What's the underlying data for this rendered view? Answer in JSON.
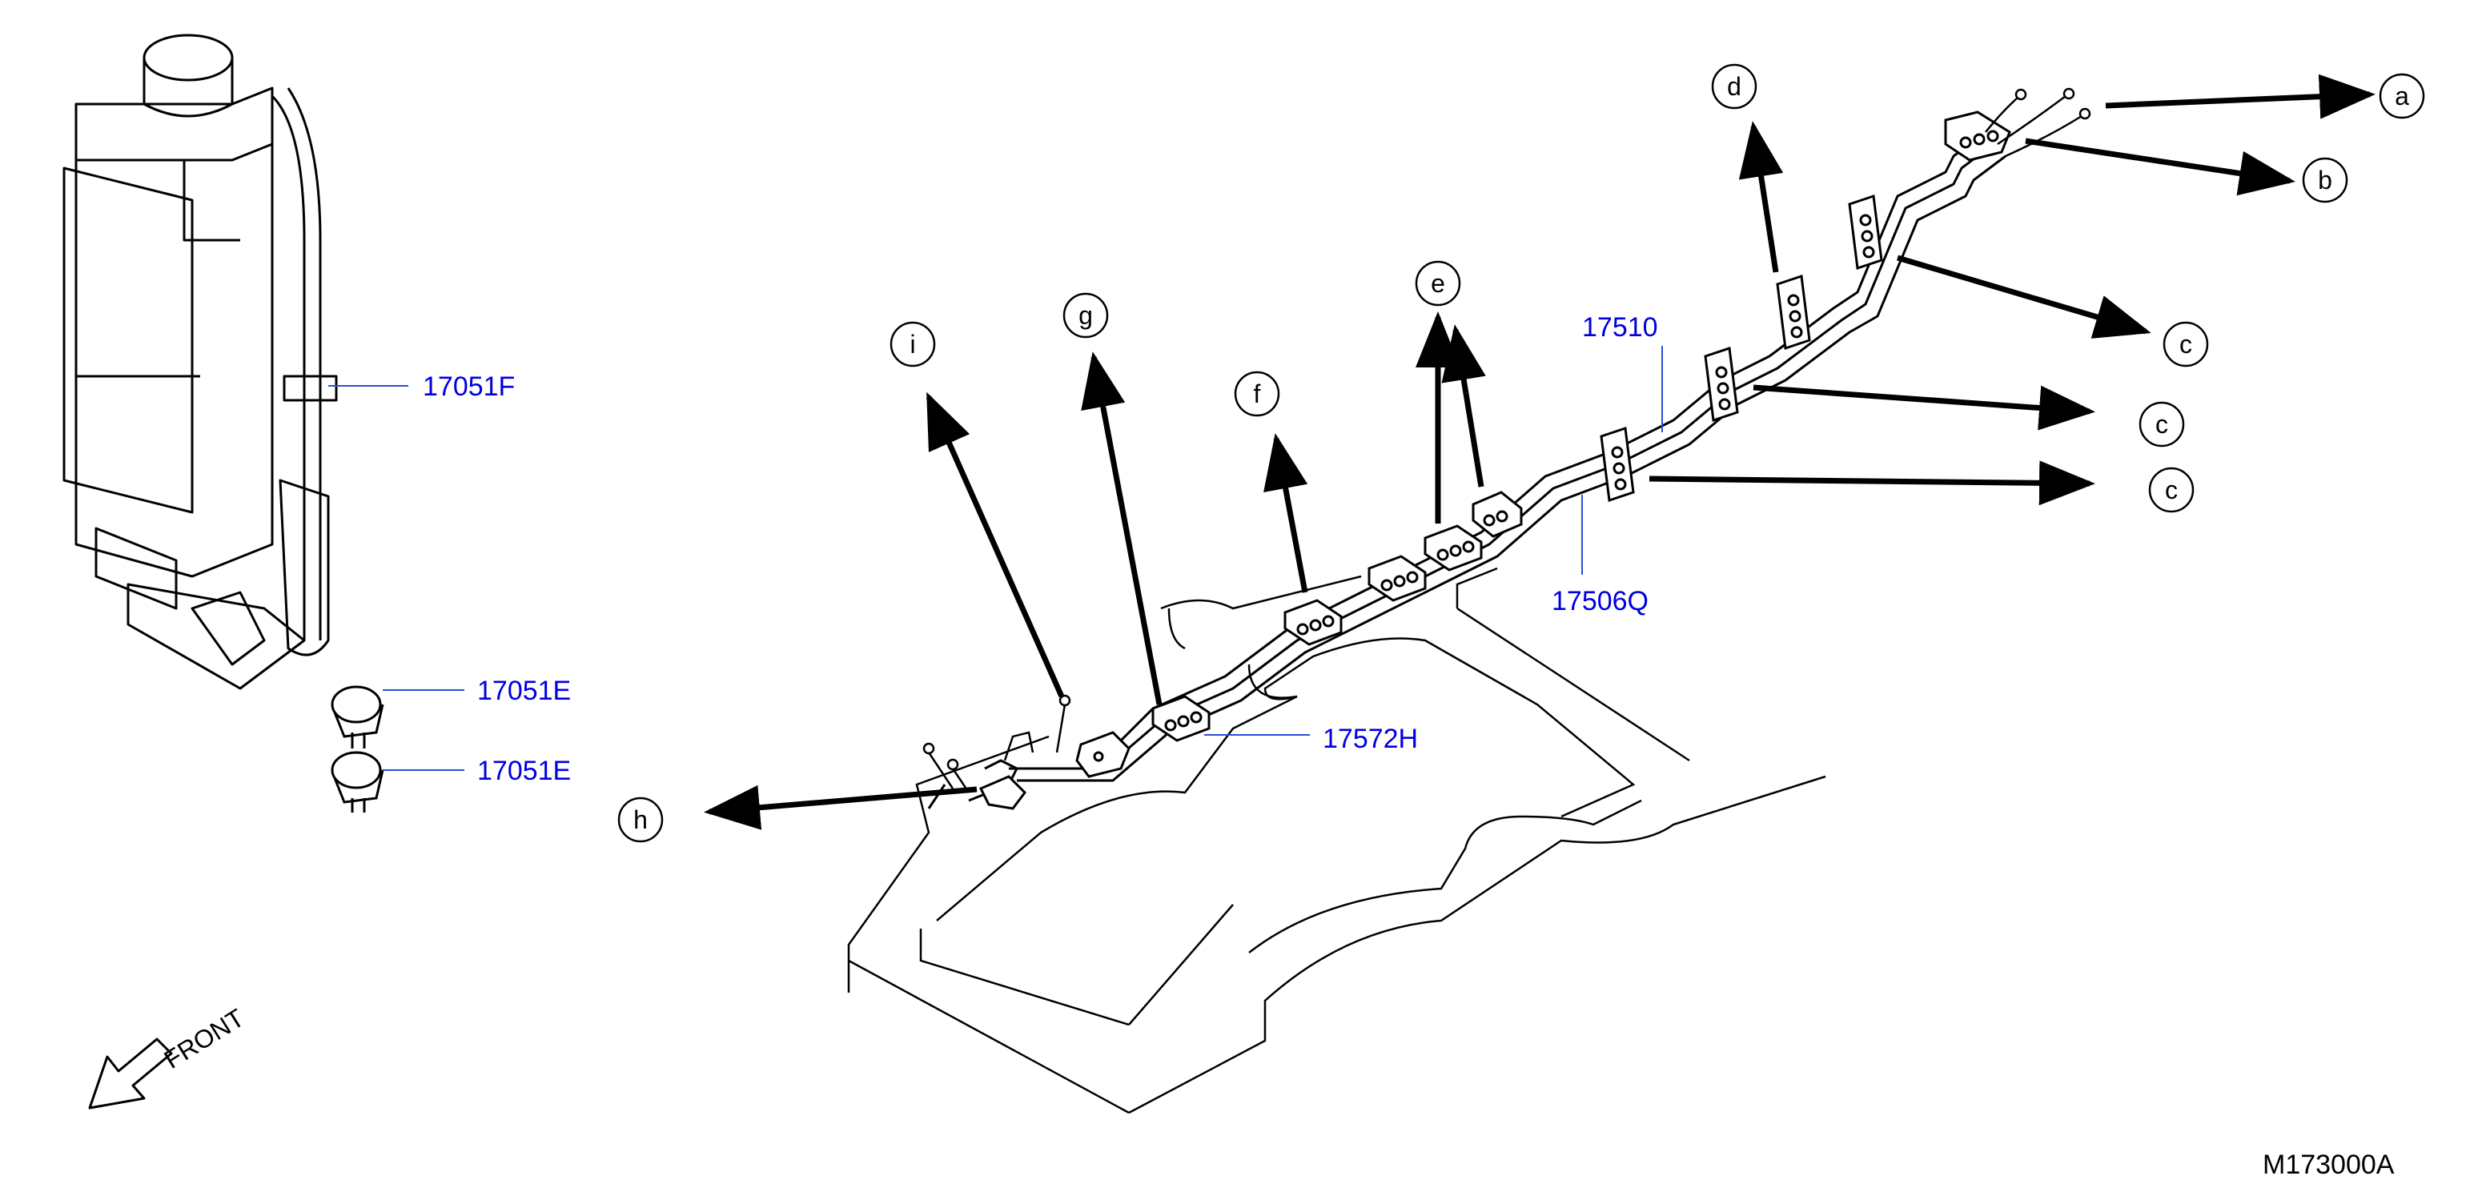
{
  "part_labels": {
    "p17051F": "17051F",
    "p17051E_1": "17051E",
    "p17051E_2": "17051E",
    "p17510": "17510",
    "p17506Q": "17506Q",
    "p17572H": "17572H"
  },
  "callouts": {
    "a": "a",
    "b": "b",
    "c1": "c",
    "c2": "c",
    "c3": "c",
    "d": "d",
    "e": "e",
    "f": "f",
    "g": "g",
    "h": "h",
    "i": "i"
  },
  "front_label": "FRONT",
  "diagram_code": "M173000A",
  "colors": {
    "line": "#000000",
    "label": "#0000e0",
    "leader": "#2a4fd6"
  }
}
